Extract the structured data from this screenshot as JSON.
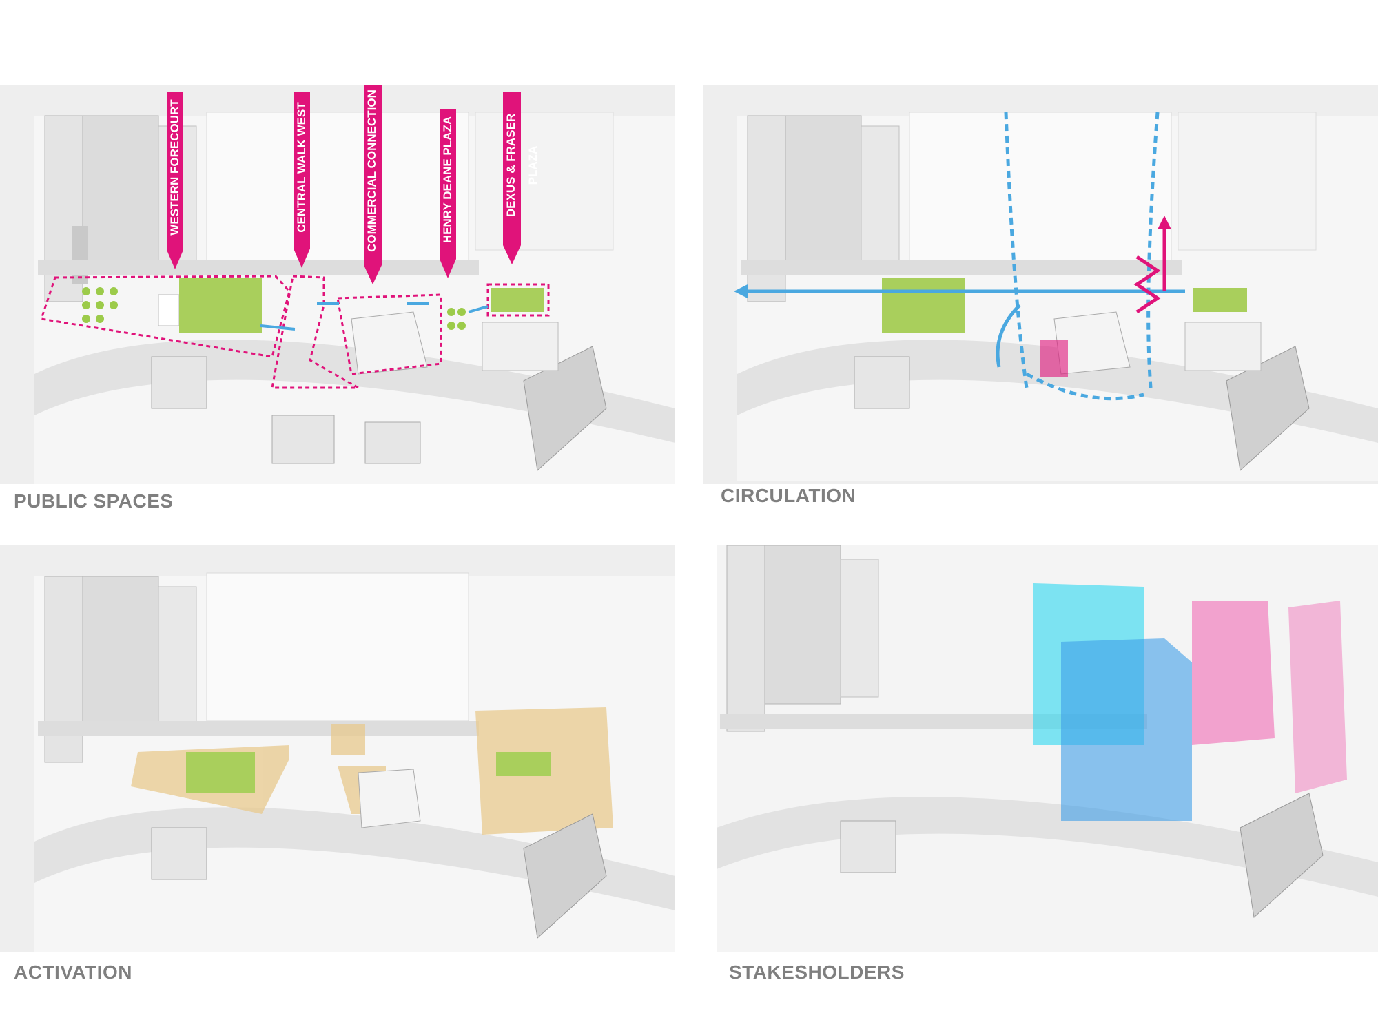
{
  "colors": {
    "magenta": "#e0137a",
    "blue": "#4aa8e0",
    "tan": "#e8c98d",
    "cyan": "#19d6f0",
    "pink": "#f06ab4",
    "green": "#9ccb4a",
    "background": "#eeeeee",
    "caption": "#7f7f7f"
  },
  "panels": [
    {
      "caption": "PUBLIC SPACES",
      "labels": [
        "WESTERN FORECOURT",
        "CENTRAL WALK WEST",
        "COMMERCIAL CONNECTION",
        "HENRY DEANE PLAZA",
        "DEXUS & FRASER PLAZA"
      ]
    },
    {
      "caption": "CIRCULATION"
    },
    {
      "caption": "ACTIVATION"
    },
    {
      "caption": "STAKESHOLDERS"
    }
  ]
}
